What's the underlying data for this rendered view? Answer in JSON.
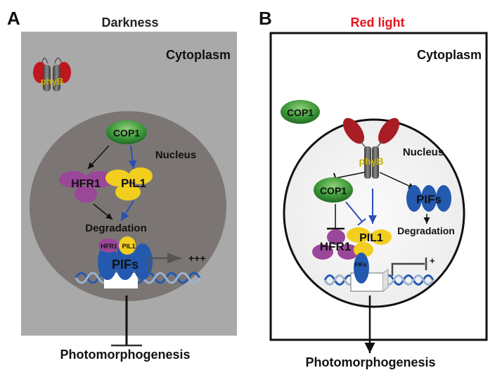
{
  "panels": [
    {
      "letter": "A",
      "condition": "Darkness",
      "compartments": {
        "outer": "Cytoplasm",
        "inner": "Nucleus"
      },
      "proteins": {
        "phyB": "phyB",
        "cop1": "COP1",
        "hfr1": "HFR1",
        "pil1": "PIL1",
        "hfr1_small": "HFR1",
        "pil1_small": "PIL1",
        "pifs": "PIFs"
      },
      "degradation": "Degradation",
      "activity": "+++",
      "outcome": "Photomorphogenesis",
      "outcome_relation": "inhibits"
    },
    {
      "letter": "B",
      "condition": "Red light",
      "compartments": {
        "outer": "Cytoplasm",
        "inner": "Nucleus"
      },
      "proteins": {
        "phyB": "phyB",
        "cop1_cyto": "COP1",
        "cop1": "COP1",
        "hfr1": "HFR1",
        "pil1": "PIL1",
        "pifs_free": "PIFs",
        "pifs_bound": "PIFs"
      },
      "degradation": "Degradation",
      "activity": "+",
      "outcome": "Photomorphogenesis",
      "outcome_relation": "promotes"
    }
  ],
  "colors": {
    "red_light_title": "#e8131f",
    "cytoplasm_dark": "#a9a9a9",
    "nucleus_dark": "#7b7674",
    "nucleus_light": "#f2f2f2",
    "cop1_green": "#3f9a3a",
    "hfr1_purple": "#9a4699",
    "pil1_yellow": "#f2cf1f",
    "pifs_blue": "#2459b0",
    "phyB_red": "#b31d24",
    "phyB_label": "#c8b000",
    "arrow_blue": "#2b4fb5"
  }
}
